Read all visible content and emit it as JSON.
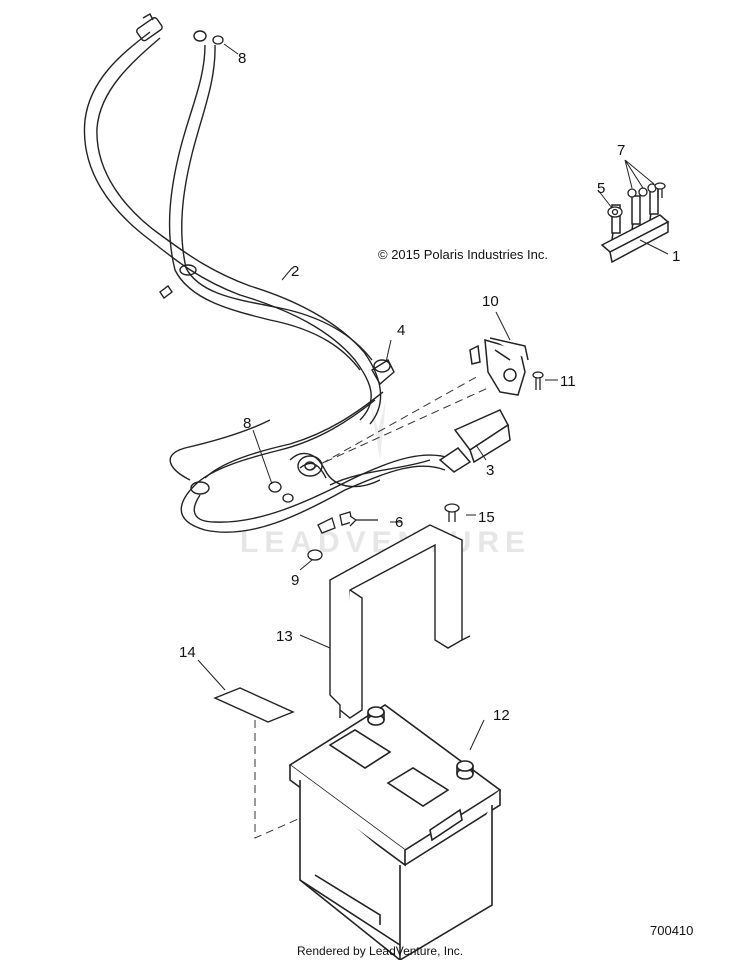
{
  "copyright": "© 2015 Polaris Industries Inc.",
  "diagram_id": "700410",
  "footer": "Rendered by LeadVenture, Inc.",
  "watermark": "LEADVENTURE",
  "callouts": [
    "1",
    "2",
    "3",
    "4",
    "5",
    "6",
    "7",
    "8",
    "8",
    "9",
    "10",
    "11",
    "12",
    "13",
    "14",
    "15"
  ]
}
